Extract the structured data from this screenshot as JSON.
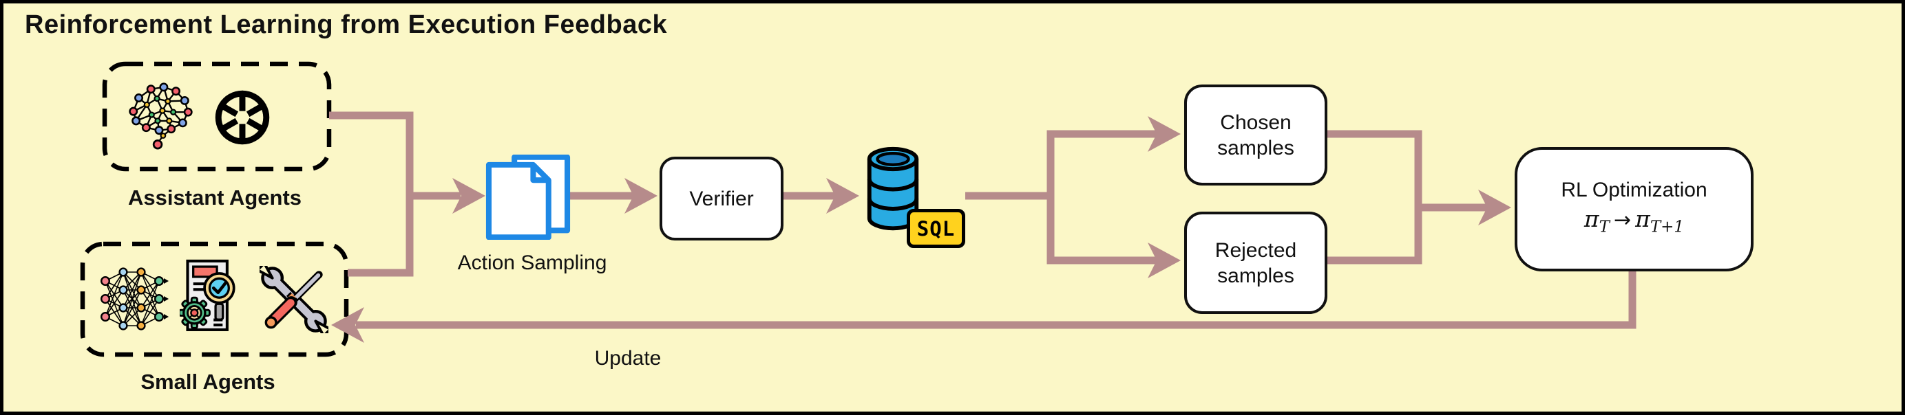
{
  "title": "Reinforcement Learning from Execution Feedback",
  "groups": {
    "assistant_agents": {
      "label": "Assistant Agents",
      "icons": [
        "brain-network-icon",
        "openai-logo-icon"
      ]
    },
    "small_agents": {
      "label": "Small Agents",
      "icons": [
        "mlp-network-icon",
        "doc-inspect-icon",
        "tools-icon"
      ]
    }
  },
  "nodes": {
    "action_sampling": {
      "label": "Action Sampling",
      "icon": "documents-icon"
    },
    "verifier": {
      "label": "Verifier"
    },
    "sql_database": {
      "icon": "database-icon",
      "badge": "SQL"
    },
    "chosen_samples": {
      "line1": "Chosen",
      "line2": "samples"
    },
    "rejected_samples": {
      "line1": "Rejected",
      "line2": "samples"
    },
    "rl_optimization": {
      "label": "RL Optimization",
      "formula": {
        "pi": "π",
        "sub_from": "T",
        "arrow": "→",
        "sub_to": "T+1"
      }
    }
  },
  "edges": {
    "update_label": "Update"
  },
  "colors": {
    "background": "#FBF7C7",
    "frame": "#000000",
    "flow_arrow": "#B68B8B",
    "box_border": "#111111",
    "box_fill": "#FFFFFF",
    "doc_blue": "#1E88E5",
    "db_blue": "#29ABE2",
    "db_blue_dark": "#1B7DBE",
    "sql_yellow": "#FFD21E"
  }
}
